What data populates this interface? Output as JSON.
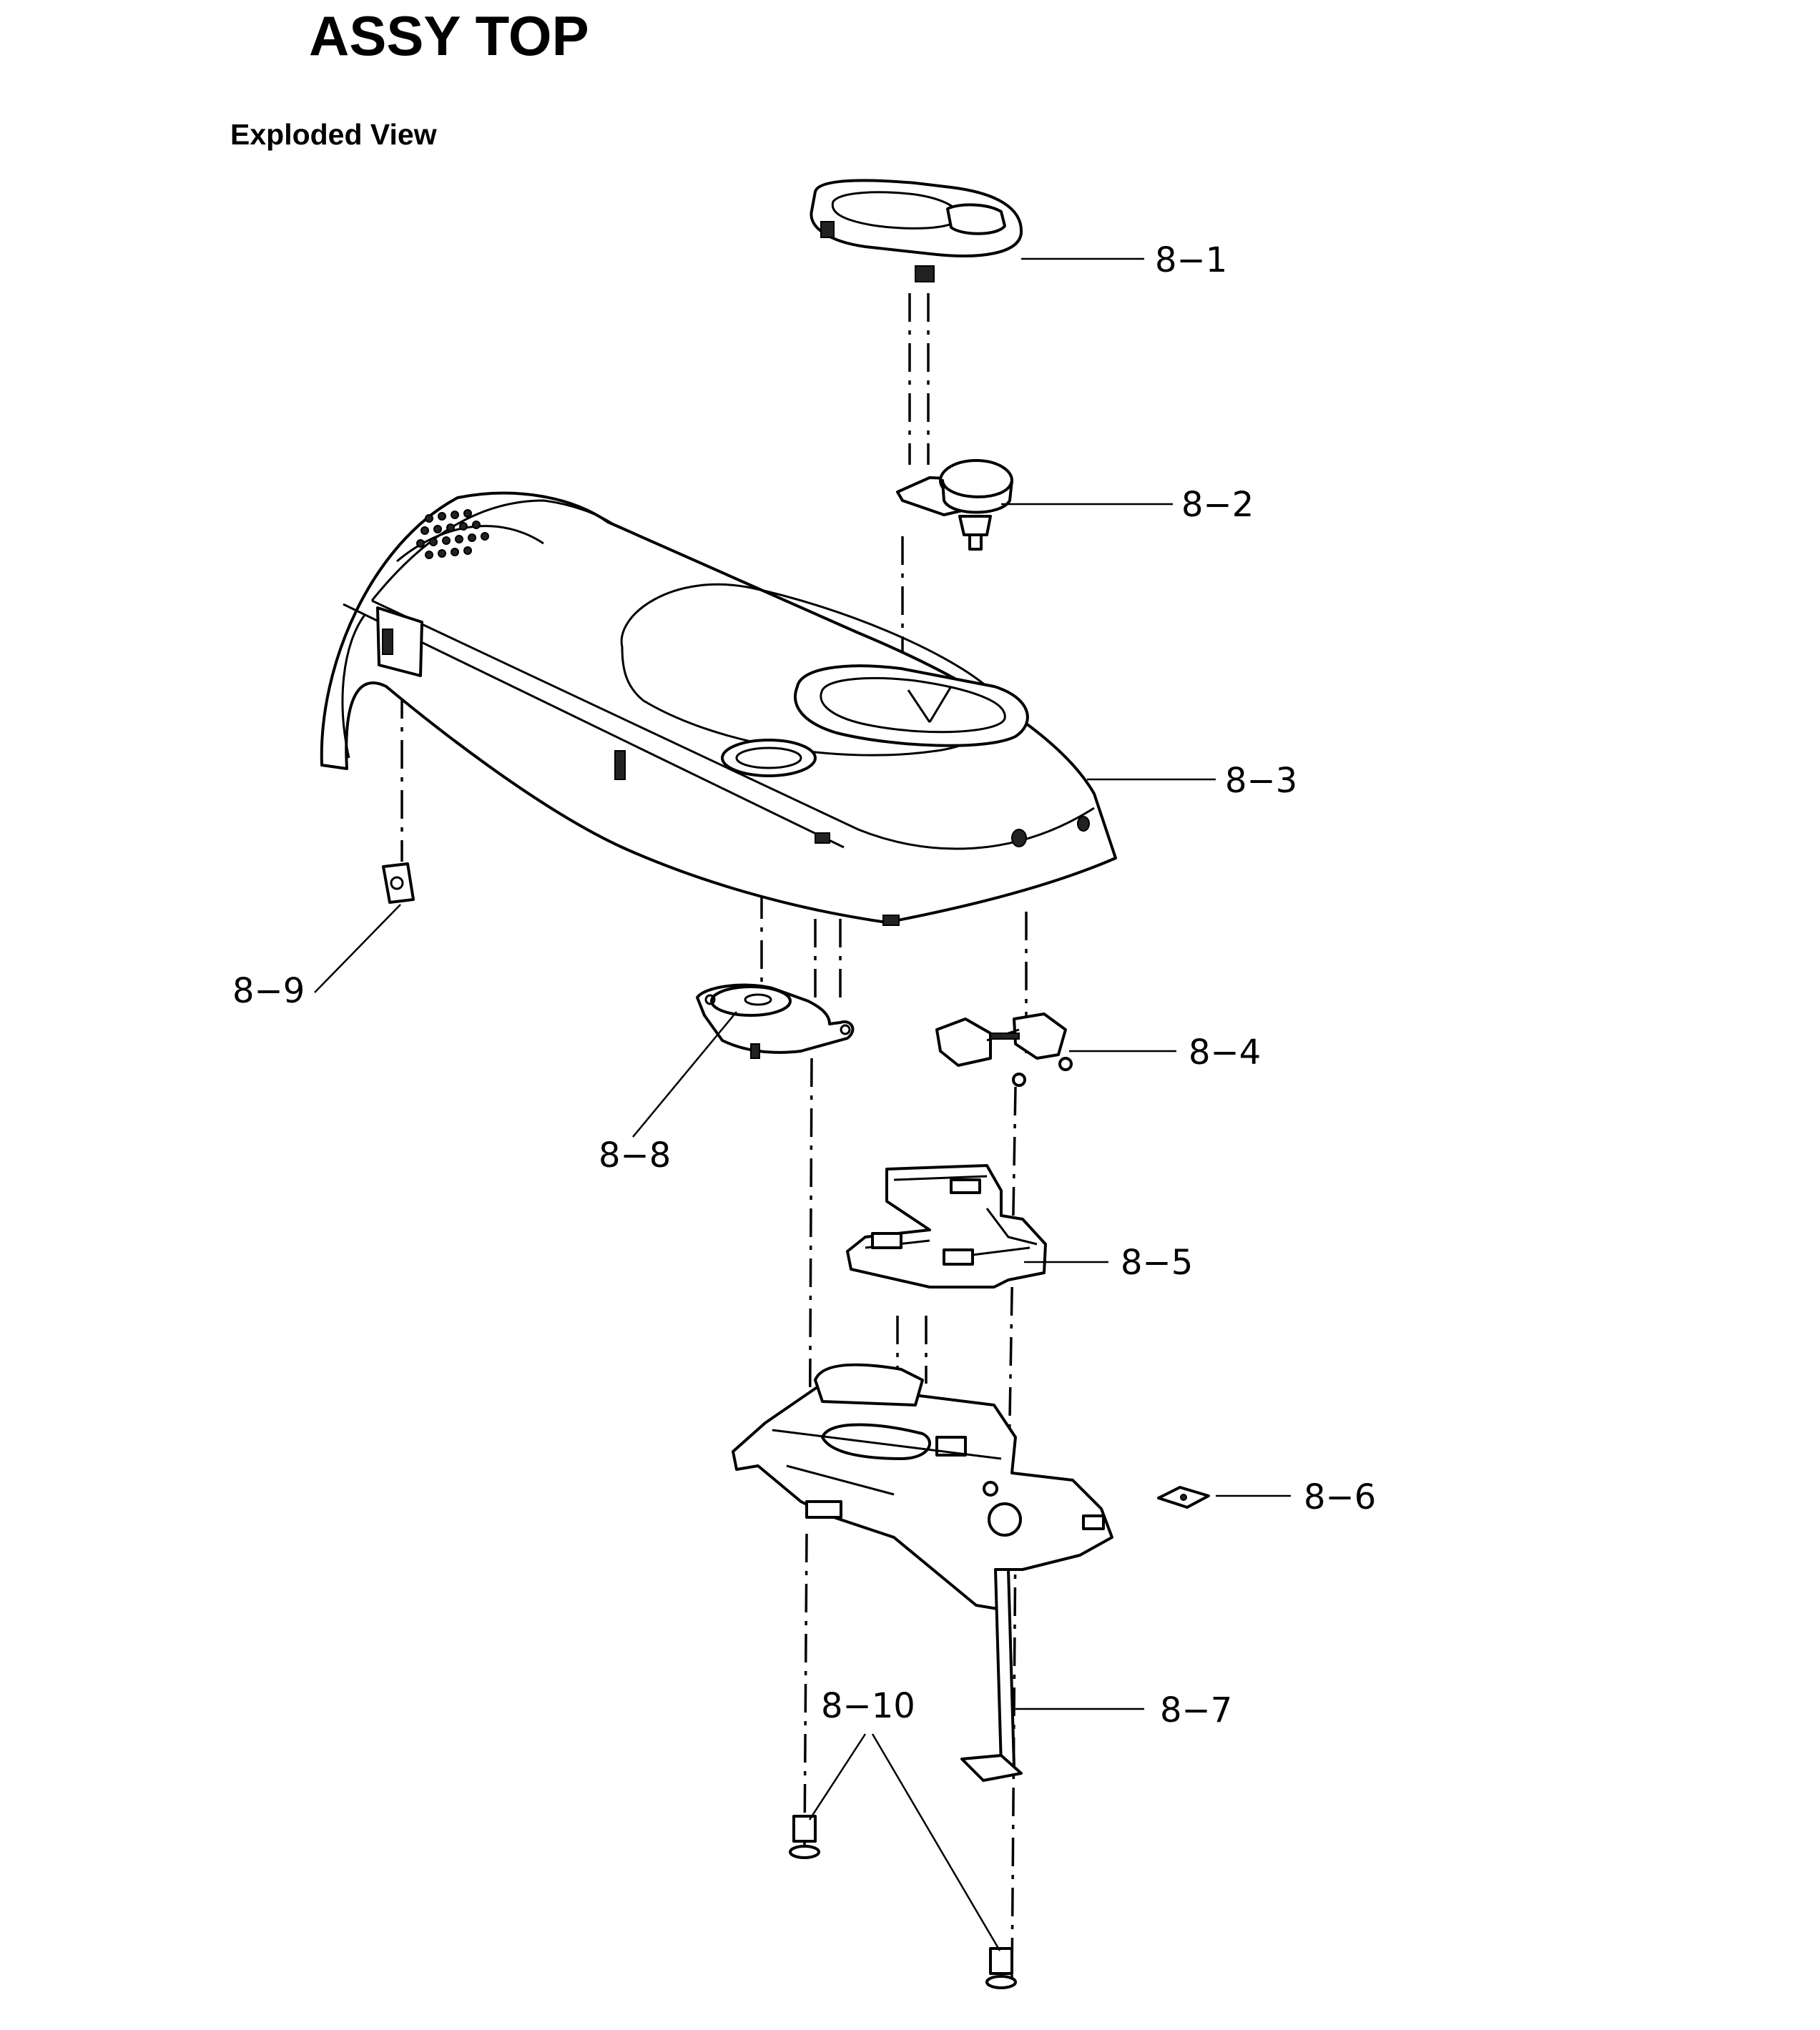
{
  "page": {
    "title": "ASSY TOP",
    "subtitle": "Exploded View"
  },
  "parts": [
    {
      "id": "8-1",
      "label": "8−1"
    },
    {
      "id": "8-2",
      "label": "8−2"
    },
    {
      "id": "8-3",
      "label": "8−3"
    },
    {
      "id": "8-4",
      "label": "8−4"
    },
    {
      "id": "8-5",
      "label": "8−5"
    },
    {
      "id": "8-6",
      "label": "8−6"
    },
    {
      "id": "8-7",
      "label": "8−7"
    },
    {
      "id": "8-8",
      "label": "8−8"
    },
    {
      "id": "8-9",
      "label": "8−9"
    },
    {
      "id": "8-10",
      "label": "8−10"
    }
  ]
}
